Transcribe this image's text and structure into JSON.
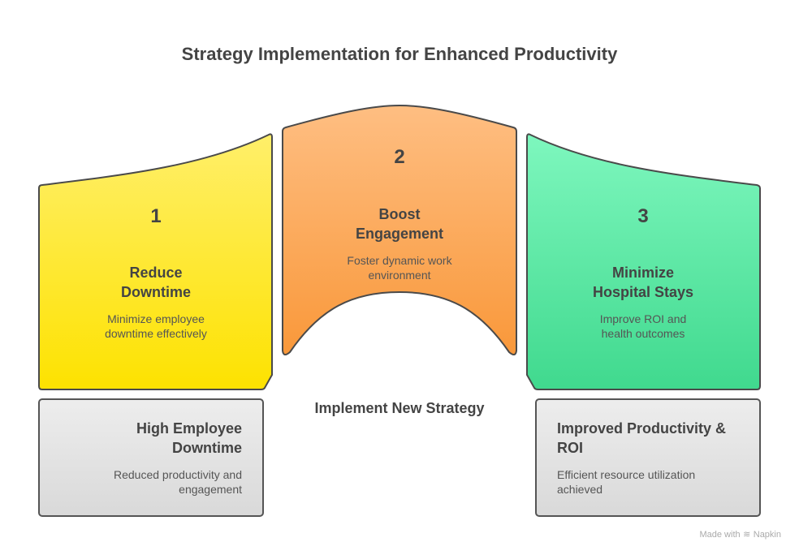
{
  "title": "Strategy Implementation for Enhanced Productivity",
  "center_label": "Implement New Strategy",
  "steps": [
    {
      "number": "1",
      "title_line1": "Reduce",
      "title_line2": "Downtime",
      "desc_line1": "Minimize employee",
      "desc_line2": "downtime effectively",
      "color_top": "#FFEF6A",
      "color_bottom": "#FDE200"
    },
    {
      "number": "2",
      "title_line1": "Boost",
      "title_line2": "Engagement",
      "desc_line1": "Foster dynamic work",
      "desc_line2": "environment",
      "color_top": "#FEBE82",
      "color_bottom": "#F9983A"
    },
    {
      "number": "3",
      "title_line1": "Minimize",
      "title_line2": "Hospital Stays",
      "desc_line1": "Improve ROI and",
      "desc_line2": "health outcomes",
      "color_top": "#7EF7BE",
      "color_bottom": "#40D98E"
    }
  ],
  "start": {
    "title_line1": "High Employee",
    "title_line2": "Downtime",
    "desc_line1": "Reduced productivity and",
    "desc_line2": "engagement"
  },
  "end": {
    "title_line1": "Improved Productivity &",
    "title_line2": "ROI",
    "desc_line1": "Efficient resource utilization",
    "desc_line2": "achieved"
  },
  "footer": {
    "made_with": "Made with",
    "brand": "Napkin"
  }
}
